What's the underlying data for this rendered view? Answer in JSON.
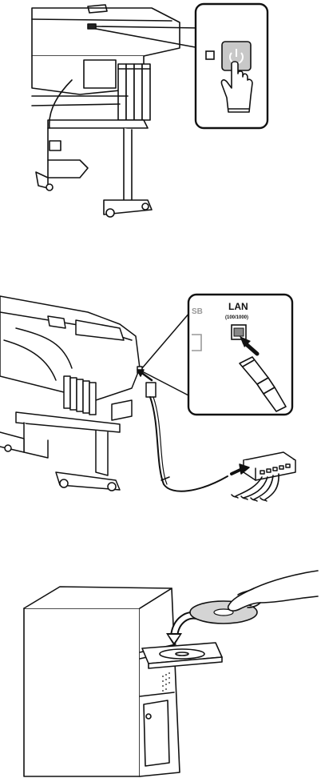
{
  "step1": {
    "indicator_colors": {
      "button_fill": "#c8c8c8"
    }
  },
  "step2": {
    "port_label": "LAN",
    "port_sublabel": "(100/1000)",
    "usb_fragment": "SB"
  },
  "step3": {}
}
